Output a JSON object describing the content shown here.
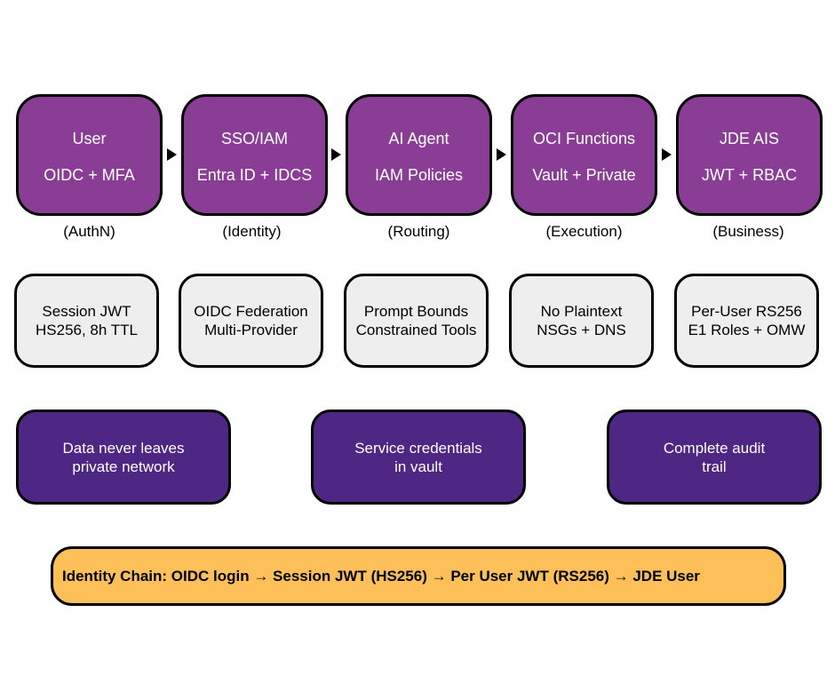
{
  "stages": [
    {
      "title": "User",
      "detail": "OIDC + MFA",
      "tag": "(AuthN)"
    },
    {
      "title": "SSO/IAM",
      "detail": "Entra ID + IDCS",
      "tag": "(Identity)"
    },
    {
      "title": "AI Agent",
      "detail": "IAM Policies",
      "tag": "(Routing)"
    },
    {
      "title": "OCI Functions",
      "detail": "Vault + Private",
      "tag": "(Execution)"
    },
    {
      "title": "JDE AIS",
      "detail": "JWT + RBAC",
      "tag": "(Business)"
    }
  ],
  "details": [
    {
      "line1": "Session JWT",
      "line2": "HS256, 8h TTL"
    },
    {
      "line1": "OIDC Federation",
      "line2": "Multi-Provider"
    },
    {
      "line1": "Prompt Bounds",
      "line2": "Constrained Tools"
    },
    {
      "line1": "No Plaintext",
      "line2": "NSGs + DNS"
    },
    {
      "line1": "Per-User RS256",
      "line2": "E1 Roles + OMW"
    }
  ],
  "principles": [
    {
      "line1": "Data never leaves",
      "line2": "private network"
    },
    {
      "line1": "Service credentials",
      "line2": "in vault"
    },
    {
      "line1": "Complete audit",
      "line2": "trail"
    }
  ],
  "chain": {
    "text": "Identity Chain: OIDC login → Session JWT (HS256) → Per User JWT (RS256) → JDE User"
  },
  "colors": {
    "stage_fill": "#8a3d94",
    "detail_fill": "#eeeeee",
    "principle_fill": "#4e2683",
    "chain_fill": "#fdbf58"
  }
}
